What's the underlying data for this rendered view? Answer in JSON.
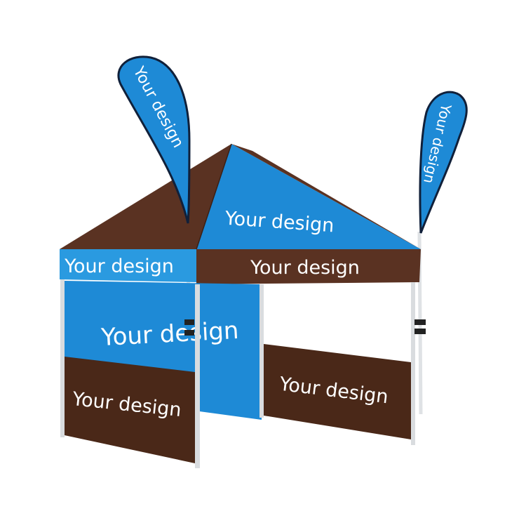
{
  "product": {
    "colors": {
      "blue": "#1e8ad6",
      "blue_light": "#2a9ae0",
      "brown": "#5a3222",
      "brown_dark": "#4a2818",
      "frame": "#d9dcdf",
      "flag_edge": "#10203a"
    },
    "labels": {
      "flag_left": "Your design",
      "flag_right": "Your design",
      "roof": "Your design",
      "valance_left": "Your design",
      "valance_front": "Your design",
      "back_wall": "Your design",
      "half_wall_left": "Your design",
      "half_wall_right": "Your design"
    }
  }
}
